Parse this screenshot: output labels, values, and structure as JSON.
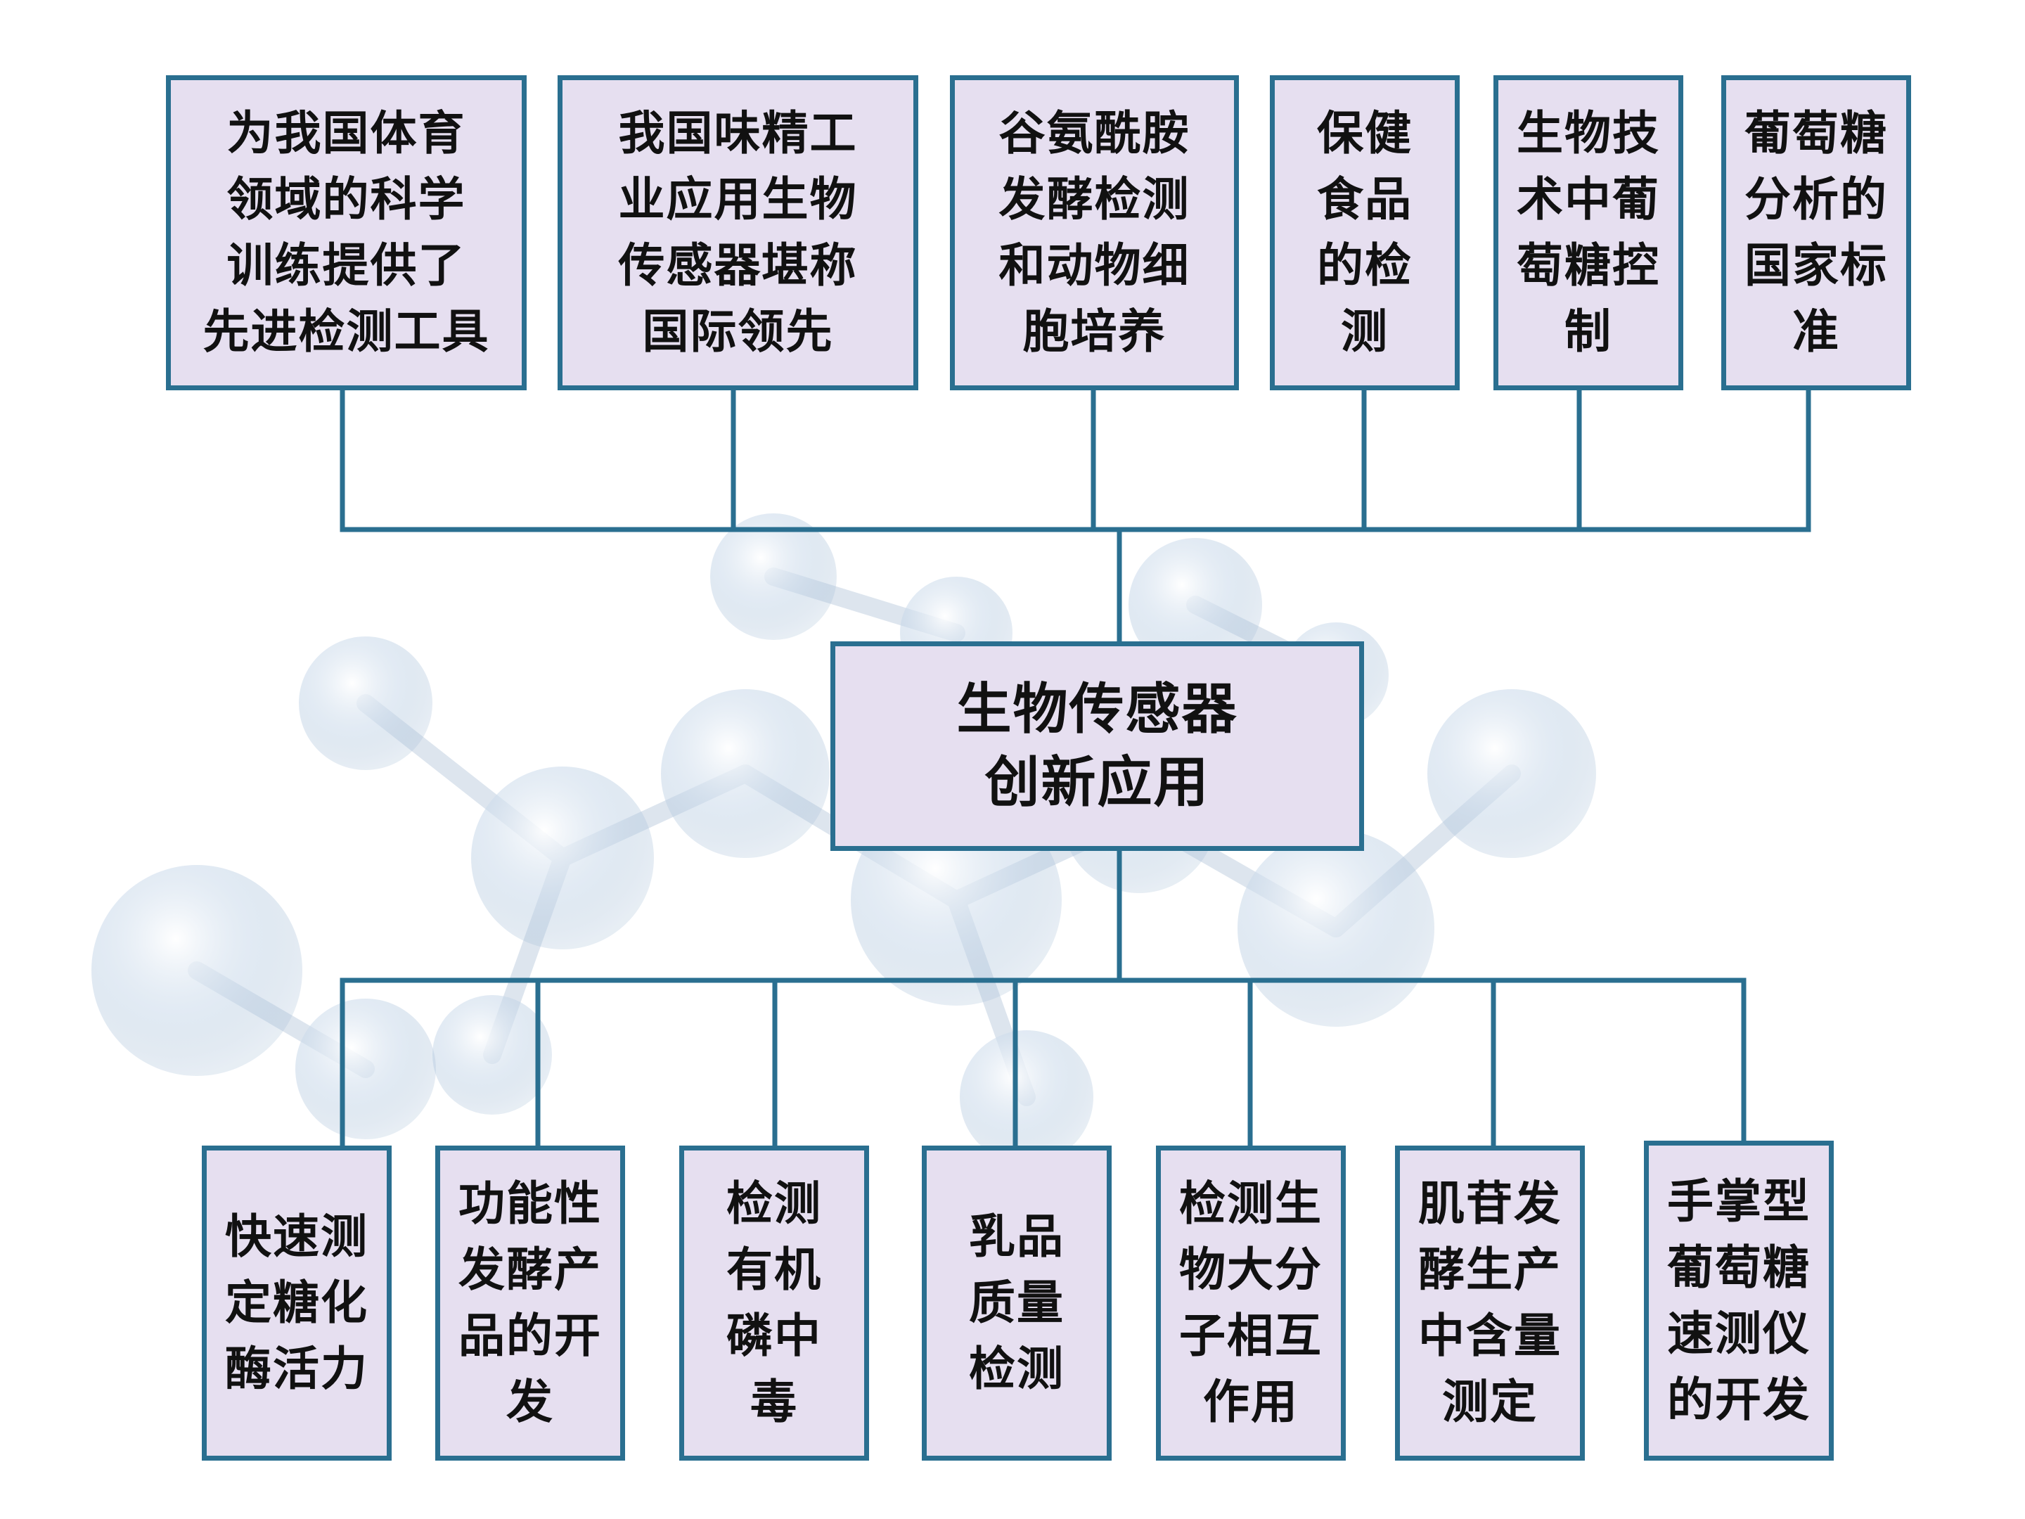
{
  "colors": {
    "box_fill": "#e6dff0",
    "box_border": "#2a6f90",
    "connector": "#2a6f90",
    "text": "#111111",
    "background_tint": "#c9d9ea"
  },
  "center": {
    "label": "生物传感器\n创新应用"
  },
  "top_nodes": [
    {
      "label": "为我国体育\n领域的科学\n训练提供了\n先进检测工具"
    },
    {
      "label": "我国味精工\n业应用生物\n传感器堪称\n国际领先"
    },
    {
      "label": "谷氨酰胺\n发酵检测\n和动物细\n胞培养"
    },
    {
      "label": "保健\n食品\n的检\n测"
    },
    {
      "label": "生物技\n术中葡\n萄糖控\n制"
    },
    {
      "label": "葡萄糖\n分析的\n国家标\n准"
    }
  ],
  "bottom_nodes": [
    {
      "label": "快速测\n定糖化\n酶活力"
    },
    {
      "label": "功能性\n发酵产\n品的开\n发"
    },
    {
      "label": "检测\n有机\n磷中\n毒"
    },
    {
      "label": "乳品\n质量\n检测"
    },
    {
      "label": "检测生\n物大分\n子相互\n作用"
    },
    {
      "label": "肌苷发\n酵生产\n中含量\n测定"
    },
    {
      "label": "手掌型\n葡萄糖\n速测仪\n的开发"
    }
  ]
}
